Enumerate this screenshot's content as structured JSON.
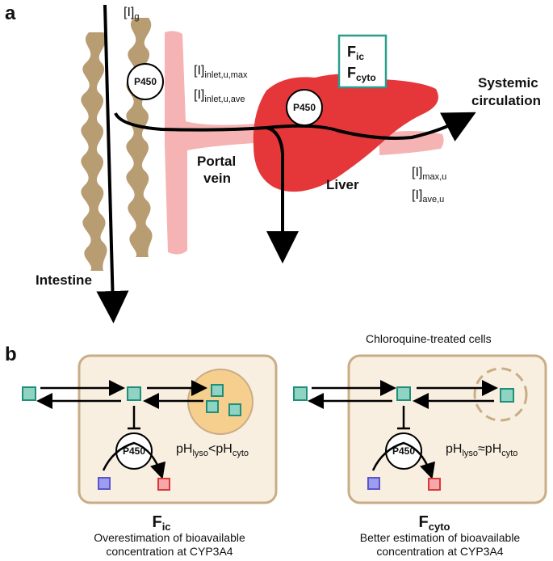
{
  "panel_a": {
    "label": "a",
    "conc_gut": {
      "base": "[I]",
      "sub": "g"
    },
    "conc_inlet_max": {
      "base": "[I]",
      "sub": "inlet,u,max"
    },
    "conc_inlet_ave": {
      "base": "[I]",
      "sub": "inlet,u,ave"
    },
    "conc_max": {
      "base": "[I]",
      "sub": "max,u"
    },
    "conc_ave": {
      "base": "[I]",
      "sub": "ave,u"
    },
    "fraction_box": {
      "fic": {
        "base": "F",
        "sub": "ic"
      },
      "fcyto": {
        "base": "F",
        "sub": "cyto"
      }
    },
    "enzyme_label": "P450",
    "portal_vein": {
      "line1": "Portal",
      "line2": "vein"
    },
    "liver": "Liver",
    "intestine": "Intestine",
    "systemic": {
      "line1": "Systemic",
      "line2": "circulation"
    },
    "colors": {
      "intestine": "#b89c72",
      "portal_vein": "#f6b3b3",
      "liver": "#e5373a",
      "box_border": "#2a9d8f"
    }
  },
  "panel_b": {
    "label": "b",
    "left_cell": {
      "ph_label": {
        "a": "pH",
        "a_sub": "lyso",
        "op": "<",
        "b": "pH",
        "b_sub": "cyto"
      },
      "fraction": {
        "base": "F",
        "sub": "ic"
      },
      "caption_line1": "Overestimation of bioavailable",
      "caption_line2": "concentration at CYP3A4"
    },
    "right_cell": {
      "title": "Chloroquine-treated cells",
      "ph_label": {
        "a": "pH",
        "a_sub": "lyso",
        "op": "≈",
        "b": "pH",
        "b_sub": "cyto"
      },
      "fraction": {
        "base": "F",
        "sub": "cyto"
      },
      "caption_line1": "Better estimation of bioavailable",
      "caption_line2": "concentration at CYP3A4"
    },
    "enzyme_label": "P450",
    "colors": {
      "cell_fill": "#f8efe0",
      "cell_border": "#c9ad86",
      "lysosome": "#f6cf8e",
      "drug": "#8fd3c3",
      "drug_border": "#1f8f7a",
      "metabolite_blue": "#9d9cf0",
      "metabolite_red": "#f6a7a7"
    }
  }
}
